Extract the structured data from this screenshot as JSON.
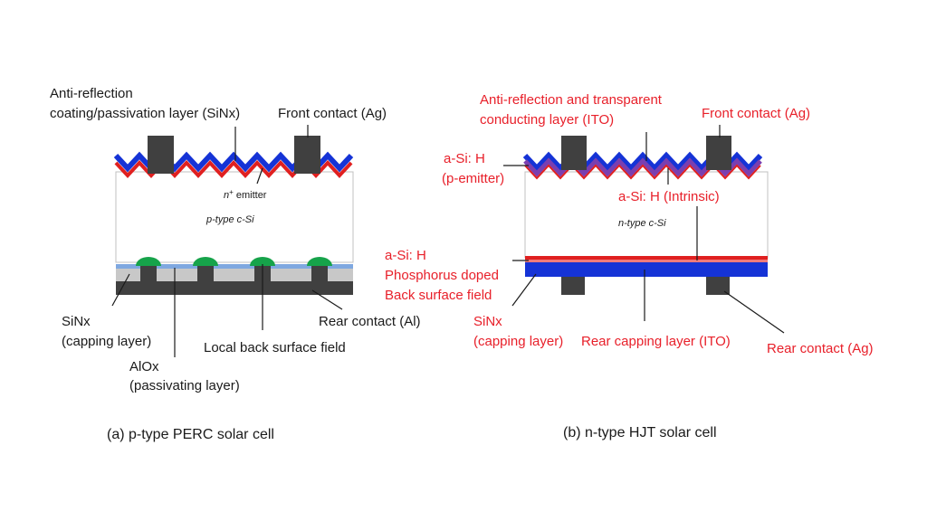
{
  "colors": {
    "black_text": "#1a1a1a",
    "red_text": "#e8202a",
    "blue_layer": "#1533d6",
    "red_layer": "#e02020",
    "purple_layer": "#7a3fb0",
    "contact": "#404040",
    "green_dot": "#16a34a",
    "grey_layer": "#c8c8c8",
    "light_blue_layer": "#7fa8e0"
  },
  "perc": {
    "label_arc_line1": "Anti-reflection",
    "label_arc_line2": "coating/passivation layer (SiNx)",
    "label_front_contact": "Front contact (Ag)",
    "label_emitter_sup": "n",
    "label_emitter_plus": "+",
    "label_emitter": " emitter",
    "label_substrate_prefix": "p-type ",
    "label_substrate_suffix": "c-Si",
    "label_sinx": "SiNx",
    "label_sinx_sub": "(capping layer)",
    "label_alox": "AlOx",
    "label_alox_sub": "(passivating layer)",
    "label_lbsf": "Local back surface field",
    "label_rear_contact": "Rear contact (Al)",
    "caption": "(a) p-type PERC solar cell"
  },
  "hjt": {
    "label_ito_line1": "Anti-reflection and transparent",
    "label_ito_line2": "conducting layer (ITO)",
    "label_front_contact": "Front contact (Ag)",
    "label_asi_p_line1": "a-Si: H",
    "label_asi_p_line2": "(p-emitter)",
    "label_asi_i": "a-Si: H (Intrinsic)",
    "label_substrate": "n-type  c-Si",
    "label_asi_n_line1": "a-Si: H",
    "label_asi_n_line2": "Phosphorus doped",
    "label_asi_n_line3": "Back surface field",
    "label_sinx": "SiNx",
    "label_sinx_sub": "(capping layer)",
    "label_rear_ito": "Rear capping layer (ITO)",
    "label_rear_contact": "Rear contact (Ag)",
    "caption": "(b) n-type HJT solar cell"
  }
}
